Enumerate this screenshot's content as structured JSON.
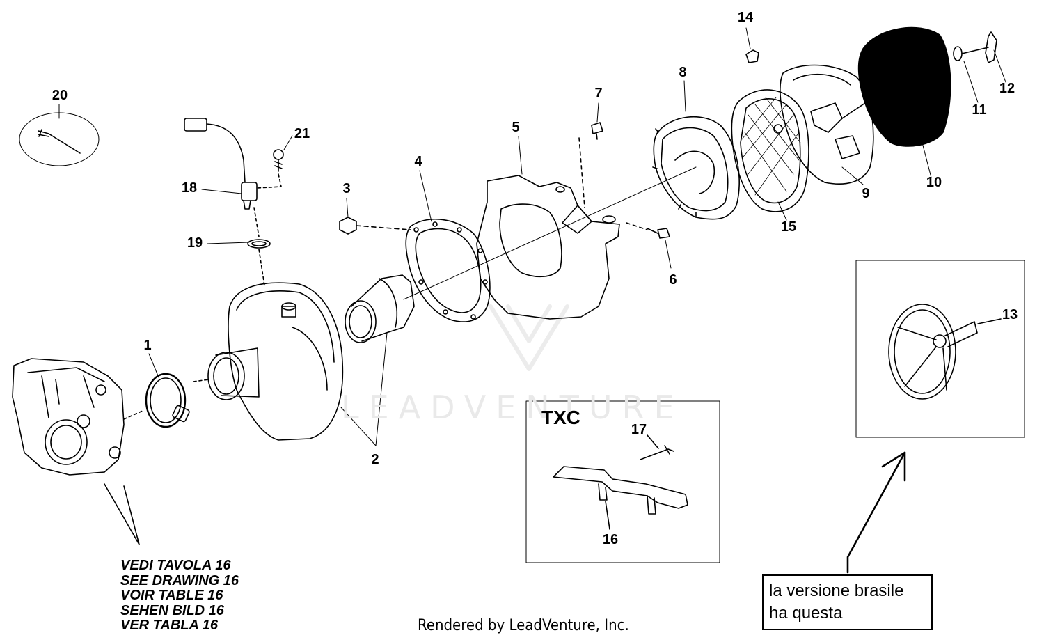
{
  "callouts": [
    "1",
    "2",
    "3",
    "4",
    "5",
    "6",
    "7",
    "8",
    "9",
    "10",
    "11",
    "12",
    "13",
    "14",
    "15",
    "16",
    "17",
    "18",
    "19",
    "20",
    "21"
  ],
  "txc_box": {
    "label": "TXC"
  },
  "reference_notes": [
    "VEDI TAVOLA 16",
    "SEE DRAWING 16",
    "VOIR TABLE 16",
    "SEHEN BILD 16",
    "VER TABLA 16"
  ],
  "brazil_note": [
    "la versione brasile",
    "ha questa"
  ],
  "footer": "Rendered by LeadVenture, Inc.",
  "watermark": "LEADVENTURE"
}
